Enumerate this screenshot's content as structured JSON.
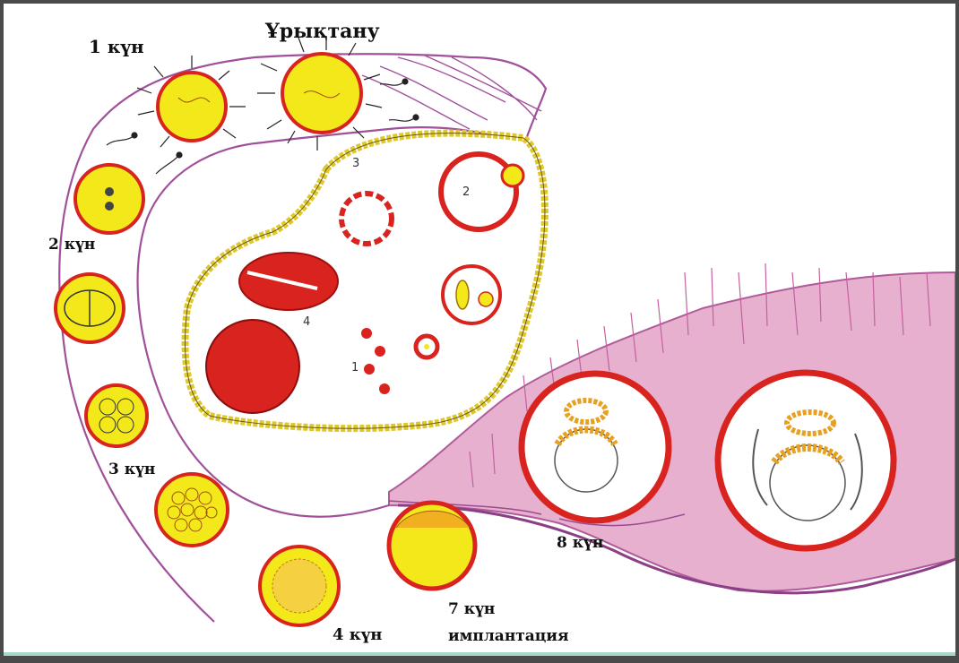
{
  "labels": {
    "day1": "1 күн",
    "fertilization": "Ұрықтану",
    "day2": "2 күн",
    "day3": "3 күн",
    "day4": "4 күн",
    "day7_line1": "7 күн",
    "day7_line2": "имплантация",
    "day8": "8 күн"
  },
  "ovary_numbers": {
    "n1": "1",
    "n2": "2",
    "n3": "3",
    "n4": "4"
  },
  "colors": {
    "tube_outline": "#a0509a",
    "yellow": "#f3e81a",
    "red": "#d8231e",
    "endometrium": "#e2a3c6",
    "ovary_wall": "#f0d23a"
  }
}
